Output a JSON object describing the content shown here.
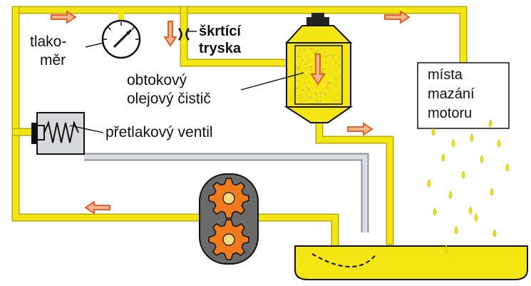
{
  "labels": {
    "gauge": [
      "tlako-",
      "měr"
    ],
    "restrictor": [
      "škrtící",
      "tryska"
    ],
    "filter": [
      "obtokový",
      "olejový čistič"
    ],
    "relief_valve": "přetlakový ventil",
    "lubrication_points": [
      "místa",
      "mazání",
      "motoru"
    ]
  },
  "colors": {
    "oil": "#f3e612",
    "oil_stroke": "#c9b800",
    "pipe_gray": "#b8bcc4",
    "arrow_fill": "#f6b58a",
    "arrow_stroke": "#e0521d",
    "gear": "#f07a1c",
    "gear_center": "#f6d97e",
    "pump_body": "#6a6a6a",
    "filter_dots": "#c8a76a"
  }
}
